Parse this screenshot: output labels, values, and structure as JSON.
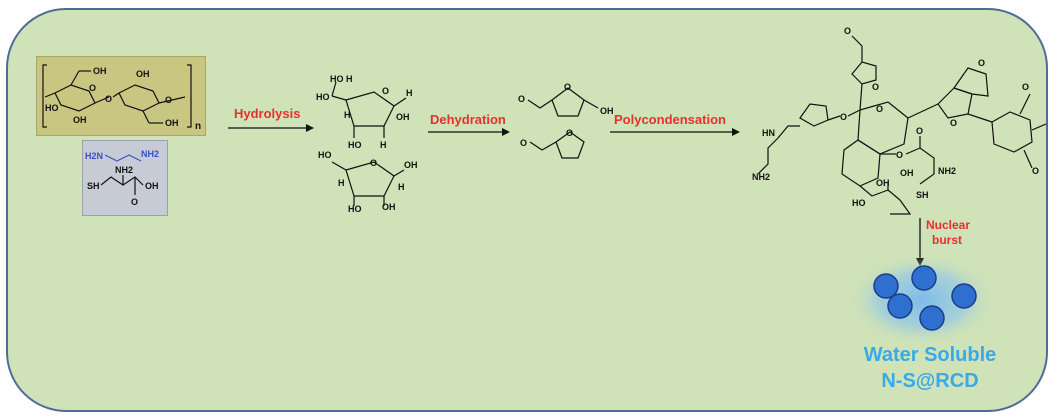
{
  "steps": {
    "hydrolysis": "Hydrolysis",
    "dehydration": "Dehydration",
    "polycondensation": "Polycondensation",
    "nuclear_burst": [
      "Nuclear",
      "burst"
    ]
  },
  "product": {
    "line1": "Water Soluble",
    "line2": "N-S@RCD"
  },
  "cellulose_repeat": "n",
  "atoms": {
    "OH": "OH",
    "HO": "HO",
    "H": "H",
    "O": "O",
    "NH2": "NH2",
    "H2N": "H2N",
    "SH": "SH",
    "HN": "HN"
  },
  "colors": {
    "panel_bg": "#cfe2b8",
    "panel_border": "#4f6c96",
    "cellulose_box": "#c9c682",
    "amine_box": "#c7cbd6",
    "step_label": "#e8302c",
    "product_text": "#3aa9e6",
    "dot_fill": "#2f6fd0"
  }
}
